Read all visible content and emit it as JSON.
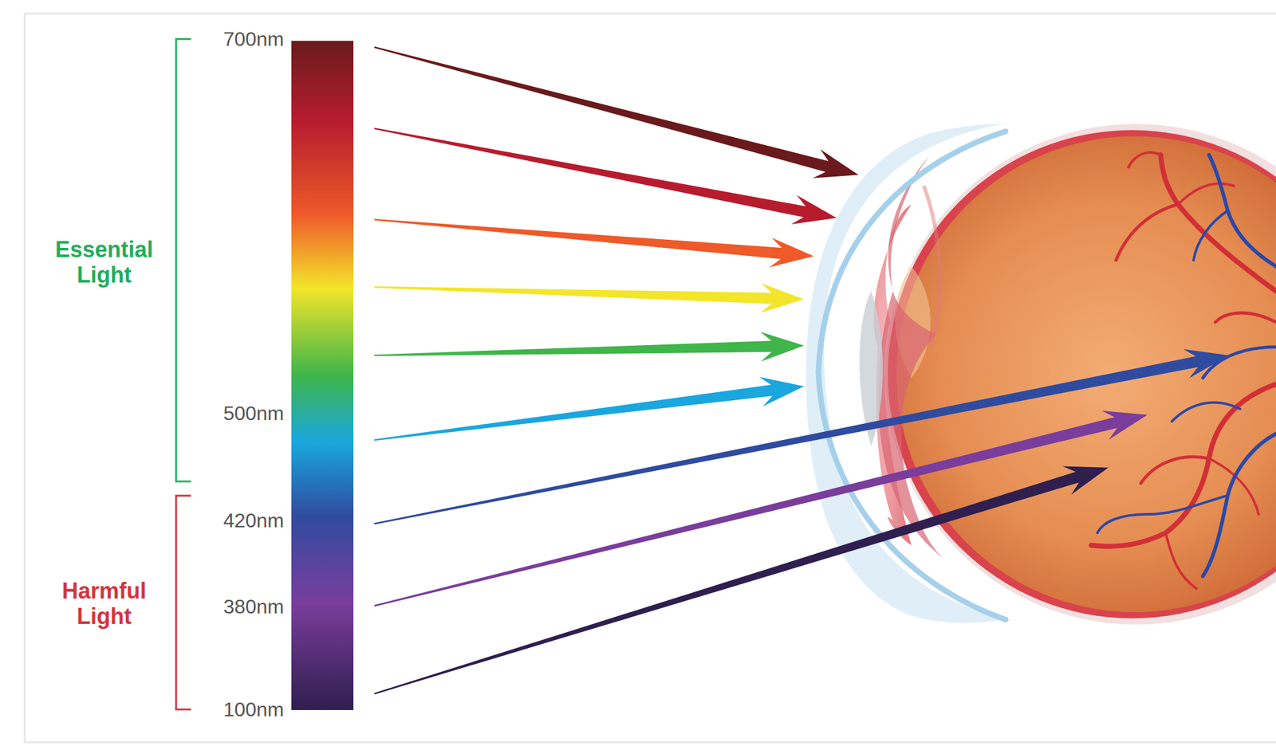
{
  "diagram": {
    "labels": [
      "700nm",
      "500nm",
      "420nm",
      "380nm",
      "100nm",
      "Essential Light",
      "Harmful Light"
    ]
  }
}
